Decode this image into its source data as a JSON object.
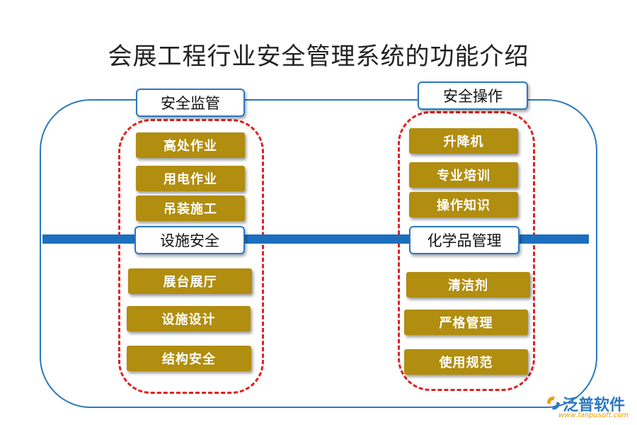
{
  "title": "会展工程行业安全管理系统的功能介绍",
  "sections": {
    "safety_supervision": {
      "label": "安全监管",
      "items": [
        "高处作业",
        "用电作业",
        "吊装施工"
      ]
    },
    "facility_safety": {
      "label": "设施安全",
      "items": [
        "展台展厅",
        "设施设计",
        "结构安全"
      ]
    },
    "safe_operation": {
      "label": "安全操作",
      "items": [
        "升降机",
        "专业培训",
        "操作知识"
      ]
    },
    "chemical_management": {
      "label": "化学品管理",
      "items": [
        "清洁剂",
        "严格管理",
        "使用规范"
      ]
    }
  },
  "logo": {
    "name": "泛普软件",
    "url": "www.fanpusoft.com"
  },
  "colors": {
    "frame": "#2a78c2",
    "divider_bar": "#1c6fbd",
    "dashed_group": "#e02020",
    "item_fill": "#b18d10",
    "item_text": "#ffffff"
  }
}
